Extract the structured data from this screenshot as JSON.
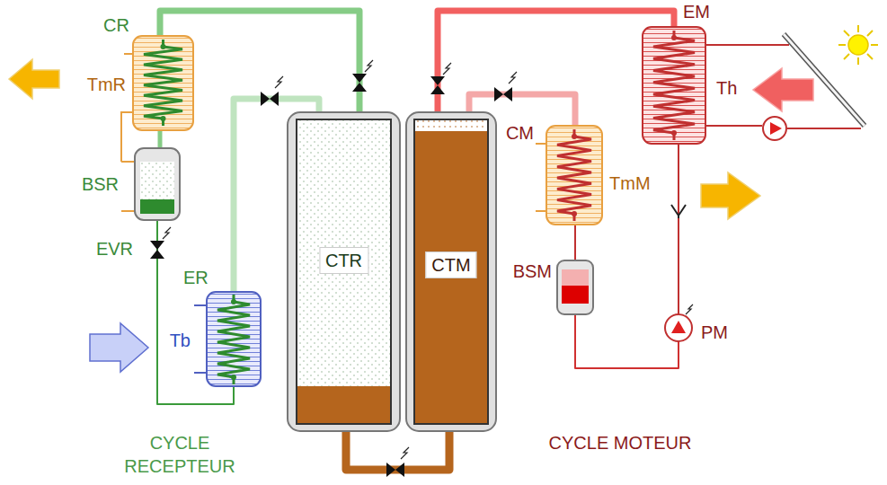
{
  "diagram": {
    "nodes": [
      {
        "text": [
          "CR",
          "TmR"
        ]
      },
      {
        "text": [
          "BSR"
        ]
      },
      {
        "text": [
          "ER",
          "Tb"
        ]
      },
      {
        "text": [
          "CTR"
        ]
      },
      {
        "text": [
          "CTM"
        ]
      },
      {
        "text": [
          "CM",
          "TmM"
        ]
      },
      {
        "text": [
          "BSM"
        ]
      },
      {
        "text": [
          "EM",
          "Th"
        ]
      },
      {
        "text": [
          "PM"
        ]
      }
    ],
    "edges": [
      {
        "from": 3,
        "to": 0,
        "arrow": "none"
      },
      {
        "from": 0,
        "to": 1,
        "arrow": "none"
      },
      {
        "from": 1,
        "to": 2,
        "arrow": "none"
      },
      {
        "from": 2,
        "to": 3,
        "arrow": "none"
      },
      {
        "from": 3,
        "to": 4,
        "arrow": "none"
      },
      {
        "from": 4,
        "to": 7,
        "arrow": "none"
      },
      {
        "from": 4,
        "to": 5,
        "arrow": "none"
      },
      {
        "from": 5,
        "to": 6,
        "arrow": "none"
      },
      {
        "from": 6,
        "to": 8,
        "arrow": "none"
      },
      {
        "from": 8,
        "to": 7,
        "arrow": "none"
      }
    ],
    "labels": [
      "EVR",
      "CYCLE RECEPTEUR",
      "CYCLE MOTEUR"
    ]
  }
}
